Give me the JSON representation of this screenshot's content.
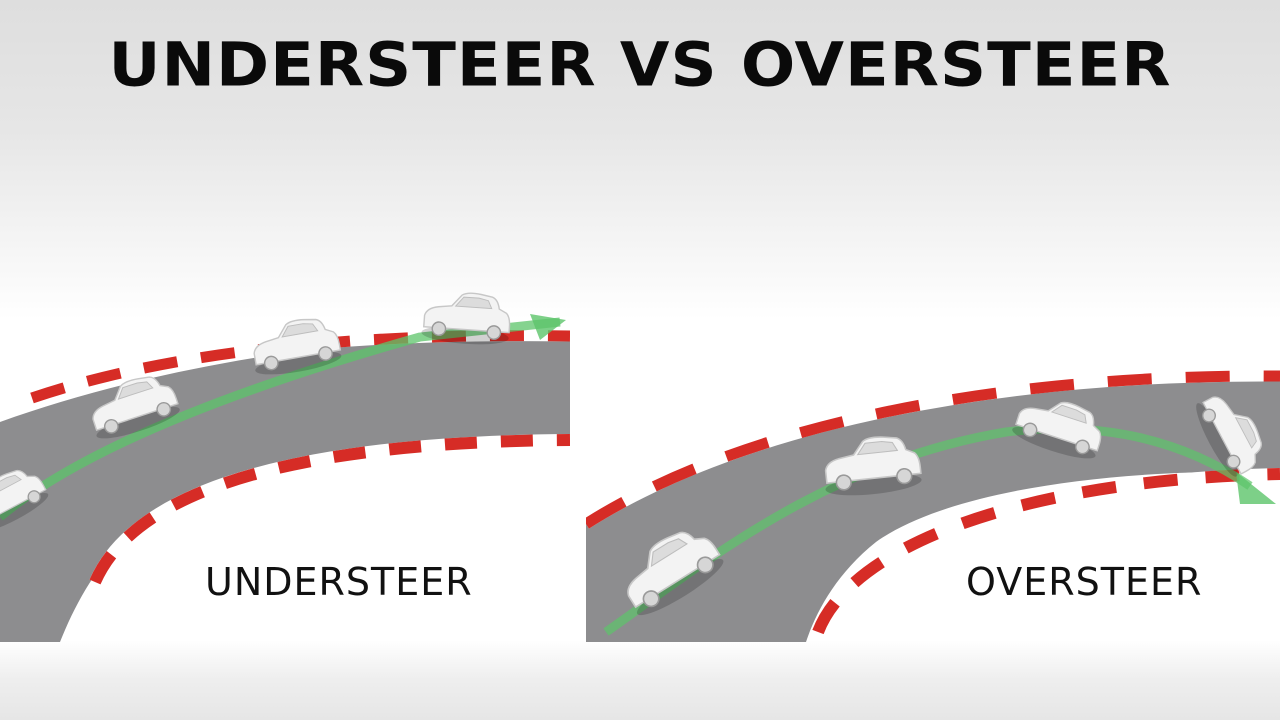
{
  "title": "UNDERSTEER VS OVERSTEER",
  "panels": {
    "understeer": {
      "label": "UNDERSTEER"
    },
    "oversteer": {
      "label": "OVERSTEER"
    }
  },
  "colors": {
    "road": "#8d8d8f",
    "curb_red": "#d62c26",
    "curb_white": "#ffffff",
    "path_green": "#5cc46a",
    "car": "#f3f3f3",
    "title": "#0a0a0a"
  }
}
